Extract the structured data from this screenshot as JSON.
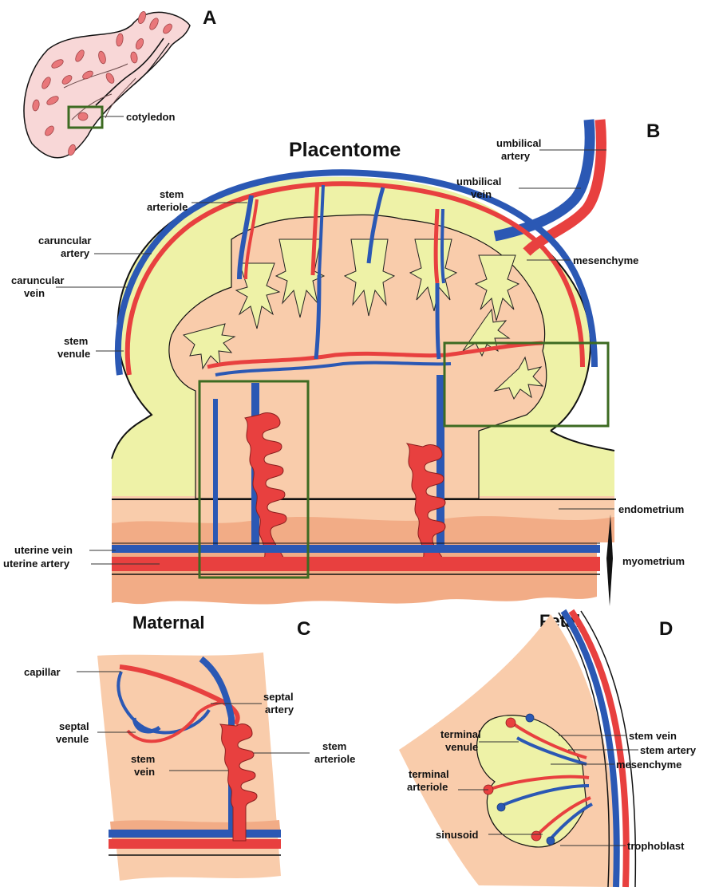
{
  "panels": {
    "a": {
      "letter": "A",
      "labels": {
        "cotyledon": "cotyledon"
      }
    },
    "b": {
      "letter": "B",
      "title": "Placentome",
      "labels": {
        "umbilical_artery": [
          "umbilical",
          "artery"
        ],
        "umbilical_vein": [
          "umbilical",
          "vein"
        ],
        "stem_arteriole": [
          "stem",
          "arteriole"
        ],
        "caruncular_artery": [
          "caruncular",
          "artery"
        ],
        "caruncular_vein": [
          "caruncular",
          "vein"
        ],
        "mesenchyme": "mesenchyme",
        "stem_venule": [
          "stem",
          "venule"
        ],
        "endometrium": "endometrium",
        "uterine_vein": "uterine vein",
        "uterine_artery": "uterine artery",
        "myometrium": "myometrium"
      }
    },
    "c": {
      "letter": "C",
      "title": "Maternal",
      "labels": {
        "capillar": "capillar",
        "septal_artery": [
          "septal",
          "artery"
        ],
        "septal_venule": [
          "septal",
          "venule"
        ],
        "stem_arteriole": [
          "stem",
          "arteriole"
        ],
        "stem_vein": [
          "stem",
          "vein"
        ]
      }
    },
    "d": {
      "letter": "D",
      "title": "Fetal",
      "labels": {
        "terminal_venule": [
          "terminal",
          "venule"
        ],
        "stem_vein": "stem vein",
        "stem_artery": "stem artery",
        "mesenchyme": "mesenchyme",
        "terminal_arteriole": [
          "terminal",
          "arteriole"
        ],
        "sinusoid": "sinusoid",
        "trophoblast": "trophoblast"
      }
    }
  },
  "colors": {
    "artery": "#e8403f",
    "vein": "#2b58b4",
    "mesenchyme": "#eef2a7",
    "endometrium": "#f9ccab",
    "myometrium": "#f2ac86",
    "cotyledon_bg": "#f8d7d7",
    "highlight_box": "#3d6b22"
  }
}
